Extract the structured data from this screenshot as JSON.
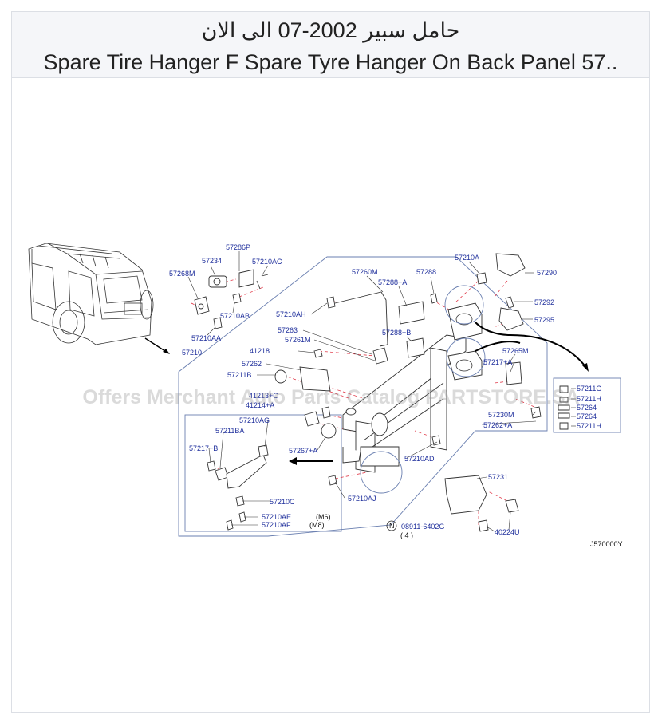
{
  "header": {
    "title_ar": "حامل سبير 2002-07 الى الان",
    "title_en": "Spare Tire Hanger F Spare Tyre Hanger On Back Panel 57.."
  },
  "watermark": "Offers Merchant Auto Parts Catalog PARTSTORE.SA",
  "diagram": {
    "code": "J570000Y",
    "labels": {
      "p57286P": "57286P",
      "p57234": "57234",
      "p57210AC": "57210AC",
      "p57268M": "57268M",
      "p57210AB": "57210AB",
      "p57210AA": "57210AA",
      "p57210": "57210",
      "p57260M": "57260M",
      "p57288A": "57288+A",
      "p57288": "57288",
      "p57210A": "57210A",
      "p57290": "57290",
      "p57292": "57292",
      "p57295": "57295",
      "p57210AH": "57210AH",
      "p57263": "57263",
      "p57261M": "57261M",
      "p57288B": "57288+B",
      "p41218": "41218",
      "p57262": "57262",
      "p57211B": "57211B",
      "p41213": "41213+C",
      "p41214": "41214+A",
      "p57265M": "57265M",
      "p57217A": "57217+A",
      "p57211G": "57211G",
      "p57211H": "57211H",
      "p57264a": "57264",
      "p57264b": "57264",
      "p57211H2": "57211H",
      "p57230M": "57230M",
      "p57262A": "57262+A",
      "p57210AG": "57210AG",
      "p57211BA": "57211BA",
      "p57217B": "57217+B",
      "p57267A": "57267+A",
      "p57210AD": "57210AD",
      "p57231": "57231",
      "p57210C": "57210C",
      "p57210AJ": "57210AJ",
      "p57210AE": "57210AE",
      "m6": "(M6)",
      "p57210AF": "57210AF",
      "m8": "(M8)",
      "nut_symbol": "N",
      "p08911": "08911-6402G",
      "qty": "( 4 )",
      "p40224U": "40224U"
    }
  }
}
